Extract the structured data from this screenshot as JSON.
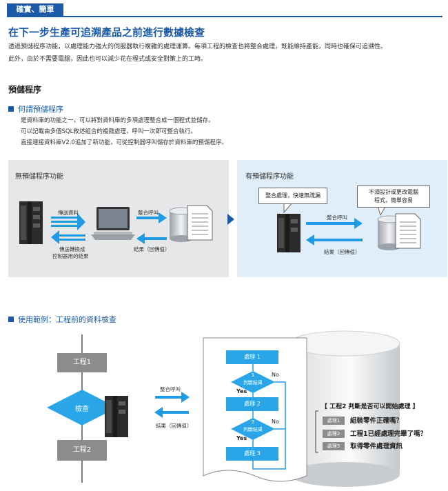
{
  "badge": "確實、簡單",
  "headline": "在下一步生產可追溯產品之前進行數據檢查",
  "intro": [
    "透過預儲程序功能，以處理能力強大的伺服器執行複雜的處理運算。每項工程的檢查也將整合處理，既能維持產能，同時也確保可追溯性。",
    "此外，由於不需要電腦，因此也可以減少花在程式或安全對策上的工時。"
  ],
  "section_title": "預儲程序",
  "what_is": {
    "title": "何謂預儲程序",
    "bullets": [
      "是資料庫的功能之一，可以將對資料庫的多項處理整合成一個程式並儲存。",
      "可以記載由多個SQL敘述組合的複雜處理，呼叫一次即可整合執行。",
      "直接連接資料庫V2.0追加了新功能，可從控制器呼叫儲存於資料庫的預儲程序。"
    ]
  },
  "without": {
    "title": "無預儲程序功能",
    "send_data": "傳送資料",
    "integrate_call": "整合呼叫",
    "convert_label_1": "傳送轉換成",
    "convert_label_2": "控制器用的結果",
    "result_return": "結果（回傳值）"
  },
  "with": {
    "title": "有預儲程序功能",
    "callout_left": "整合處理，快速無疏漏",
    "callout_right_1": "不須設計或更改電腦",
    "callout_right_2": "程式，簡單容易",
    "integrate_call": "整合呼叫",
    "result_return": "結果（回傳值）"
  },
  "example": {
    "title": "使用範例：工程前的資料檢查",
    "process1": "工程1",
    "inspect": "檢查",
    "process2": "工程2",
    "integrate_call": "整合呼叫",
    "result_return": "結果（回傳值）",
    "flow": {
      "step1": "處理 1",
      "decision1_num": "1",
      "decision1_label": "判斷結果",
      "no1": "No",
      "yes1": "Yes",
      "step2": "處理 2",
      "decision2_num": "2",
      "decision2_label": "判斷結果",
      "no2": "No",
      "yes2": "Yes",
      "step3": "處理 3"
    },
    "question_title": "【 工程2 判斷是否可以開始處理 】",
    "questions": [
      {
        "tag": "處理1",
        "text": "組裝零件正確嗎？"
      },
      {
        "tag": "處理2",
        "text": "工程1已經處理完畢了嗎？"
      },
      {
        "tag": "處理3",
        "text": "取得零件處理資訊"
      }
    ]
  },
  "colors": {
    "brand_blue": "#1b5aa6",
    "flow_blue": "#2aa6e8",
    "gray_box": "#8c8c8c"
  }
}
